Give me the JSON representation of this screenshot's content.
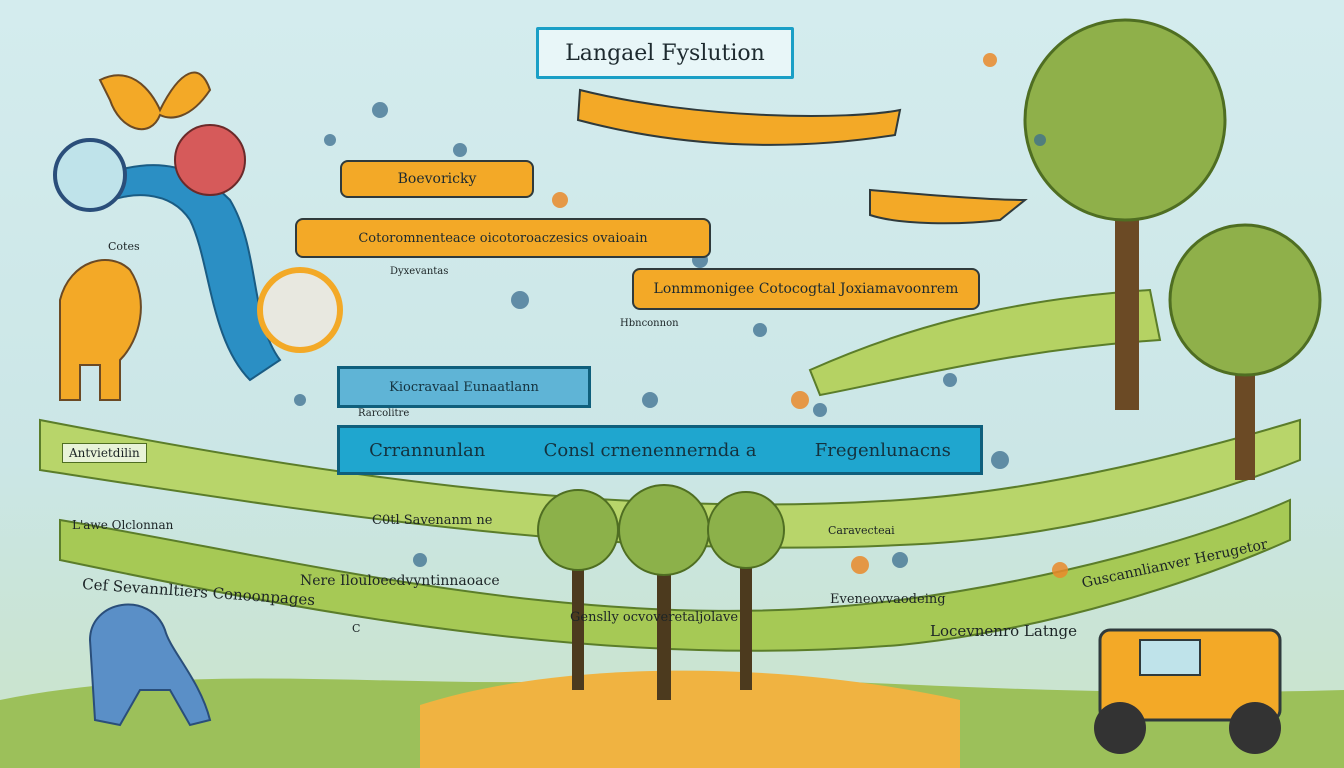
{
  "title": "Langael Fyslution",
  "banners": {
    "orange_top": "Boevoricky",
    "orange_mid": "Cotoromnenteace oicotoroaczesics ovaioain",
    "orange_right": "Lonmmonigee Cotocogtal Joxiamavoonrem",
    "blue_small": "Kiocravaal Eunaatlann",
    "blue_big_1": "Crrannunlan",
    "blue_big_2": "Consl crnenennernda a",
    "blue_big_3": "Fregenlunacns"
  },
  "labels": {
    "l_cotes": "Cotes",
    "l_antviebin": "Antvietdilin",
    "l_lawe": "L'awe Olclonnan",
    "l_cefsev": "Cef Sevannltiers Conoonpages",
    "l_c": "C",
    "l_ctsav": "C0tl Savenanm ne",
    "l_nere": "Nere Ilouloecdvyntinnaoace",
    "l_genslly": "Genslly ocvoveretaljolave",
    "l_erveh": "Eveneovvaodeing",
    "l_loce": "Locevnenro Latnge",
    "l_gusca": "Guscannlianver Herugetor",
    "l_dyxevantas": "Dyxevantas",
    "l_rarcolitre": "Rarcolitre",
    "l_carevecteai": "Caravecteai",
    "l_hbnco": "Hbnconnon"
  }
}
